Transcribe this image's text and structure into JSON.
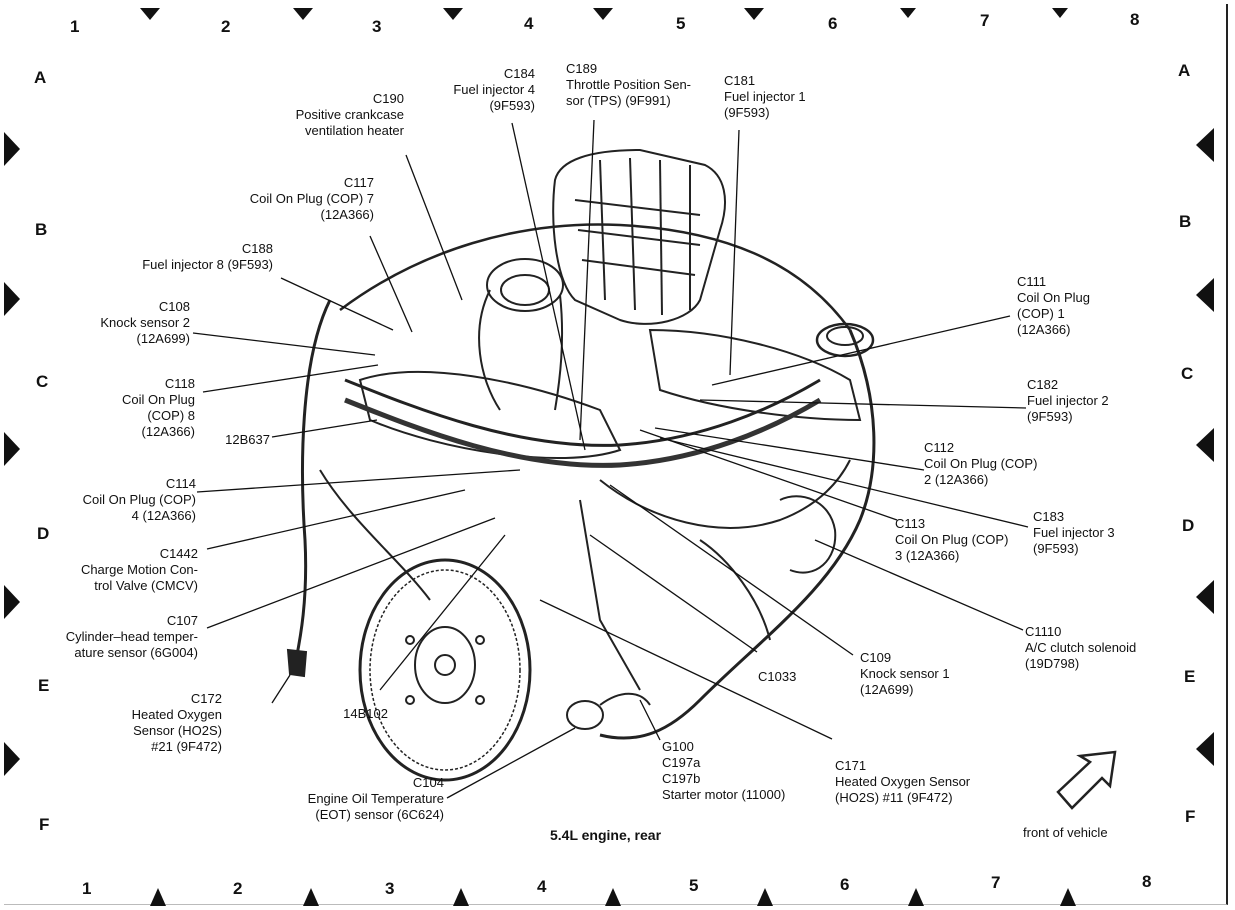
{
  "grid": {
    "columns": [
      "1",
      "2",
      "3",
      "4",
      "5",
      "6",
      "7",
      "8"
    ],
    "rows": [
      "A",
      "B",
      "C",
      "D",
      "E",
      "F"
    ]
  },
  "caption": "5.4L engine, rear",
  "front_label": "front of vehicle",
  "callouts": {
    "c190": "C190\nPositive crankcase\nventilation heater",
    "c184": "C184\nFuel injector 4\n(9F593)",
    "c189": "C189\nThrottle Position Sen-\nsor (TPS) (9F991)",
    "c181": "C181\nFuel injector 1\n(9F593)",
    "c117": "C117\nCoil On Plug (COP) 7\n(12A366)",
    "c188": "C188\nFuel injector 8 (9F593)",
    "c108": "C108\nKnock sensor 2\n(12A699)",
    "c118": "C118\nCoil On Plug\n(COP) 8\n(12A366)",
    "b637": "12B637",
    "c114": "C114\nCoil On Plug (COP)\n4 (12A366)",
    "c1442": "C1442\nCharge Motion Con-\ntrol Valve (CMCV)",
    "c107": "C107\nCylinder–head temper-\nature sensor (6G004)",
    "c172": "C172\nHeated Oxygen\nSensor (HO2S)\n#21 (9F472)",
    "b102": "14B102",
    "c104": "C104\nEngine Oil Temperature\n(EOT) sensor (6C624)",
    "g100": "G100\nC197a\nC197b\nStarter motor (11000)",
    "c1033": "C1033",
    "c109": "C109\nKnock sensor 1\n(12A699)",
    "c171": "C171\nHeated Oxygen Sensor\n(HO2S) #11 (9F472)",
    "c1110": "C1110\nA/C clutch solenoid\n(19D798)",
    "c113": "C113\nCoil On Plug (COP)\n3 (12A366)",
    "c183": "C183\nFuel injector 3\n(9F593)",
    "c112": "C112\nCoil On Plug (COP)\n2 (12A366)",
    "c182": "C182\nFuel injector 2\n(9F593)",
    "c111": "C111\nCoil On Plug\n(COP) 1\n(12A366)"
  }
}
